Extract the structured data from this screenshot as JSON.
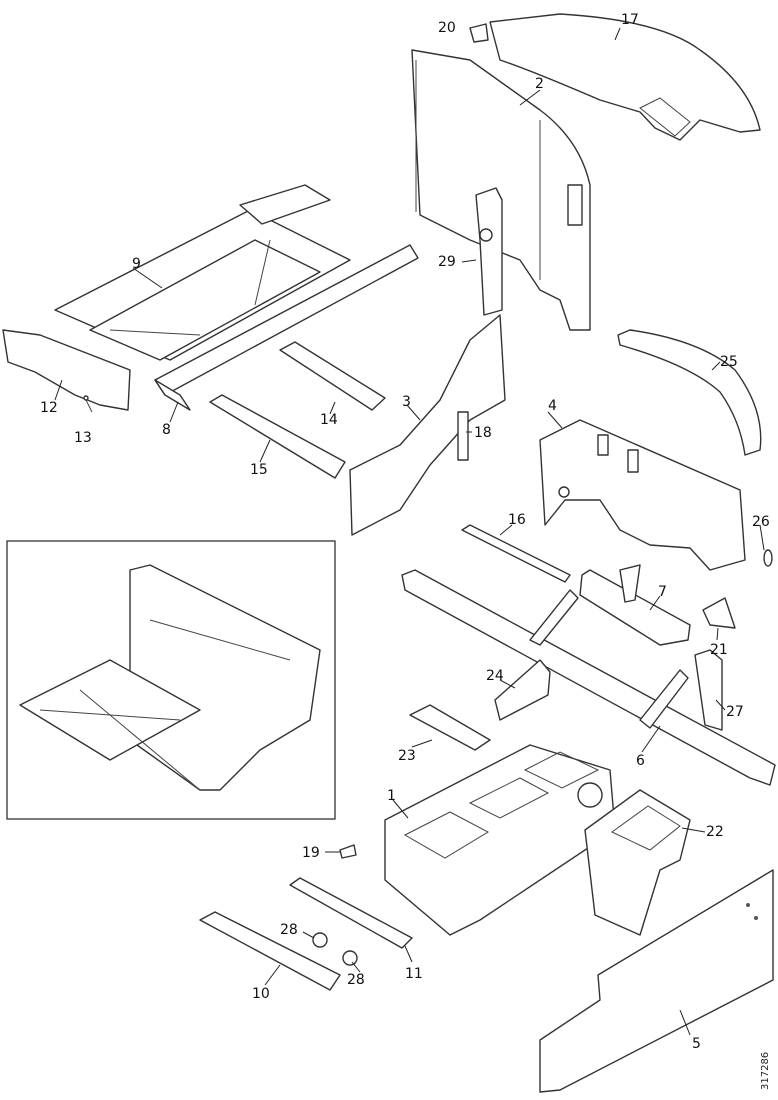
{
  "diagram": {
    "callouts": [
      "1",
      "2",
      "3",
      "4",
      "5",
      "6",
      "7",
      "8",
      "9",
      "10",
      "11",
      "12",
      "13",
      "14",
      "15",
      "16",
      "17",
      "18",
      "19",
      "20",
      "21",
      "22",
      "23",
      "24",
      "25",
      "26",
      "27",
      "28",
      "28",
      "29"
    ],
    "reference_code": "317286"
  },
  "colors": {
    "line": "#333333",
    "background": "#ffffff"
  }
}
